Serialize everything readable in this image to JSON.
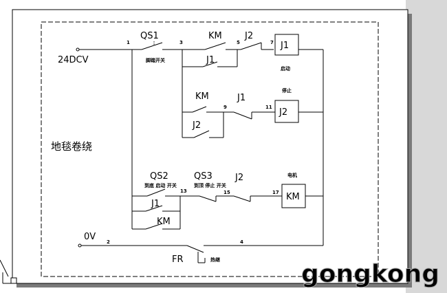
{
  "diagram": {
    "supply_positive": "24DCV",
    "supply_zero": "0V",
    "note_left": "地毯卷绕",
    "components": {
      "qs1": {
        "label": "QS1",
        "desc": "脚踏开关"
      },
      "km_a": {
        "label": "KM"
      },
      "j1_a": {
        "label": "J1"
      },
      "j2_a": {
        "label": "J2"
      },
      "coil_j1": {
        "label": "J1",
        "desc": "启动"
      },
      "km_b": {
        "label": "KM"
      },
      "j2_b": {
        "label": "J2"
      },
      "j1_b": {
        "label": "J1"
      },
      "coil_j2": {
        "label": "J2",
        "desc": "停止"
      },
      "qs2": {
        "label": "QS2",
        "desc": "到底 启动 开关"
      },
      "qs3": {
        "label": "QS3",
        "desc": "到顶 停止 开关"
      },
      "j2_c": {
        "label": "J2"
      },
      "j1_c": {
        "label": "J1"
      },
      "km_c": {
        "label": "KM"
      },
      "motor": {
        "label": "KM",
        "desc": "电机"
      },
      "fr": {
        "label": "FR",
        "desc": "热继"
      }
    },
    "nodes": [
      "1",
      "3",
      "5",
      "7",
      "9",
      "11",
      "13",
      "15",
      "17",
      "2",
      "4"
    ]
  },
  "watermark": "gongkong"
}
